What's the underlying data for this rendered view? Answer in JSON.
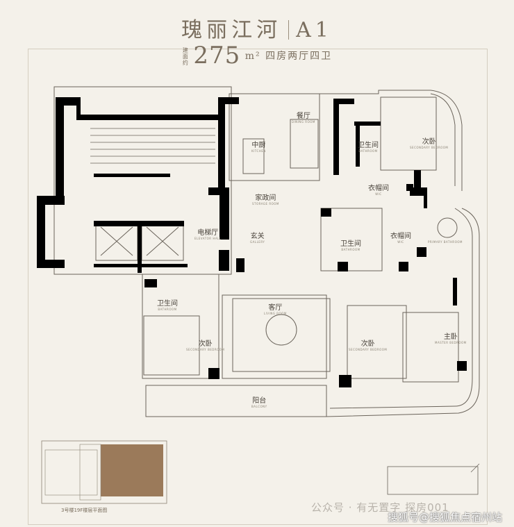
{
  "header": {
    "project": "瑰丽江河",
    "unit": "A1",
    "area_prefix": "建面约",
    "area_value": "275",
    "area_unit": "m²",
    "layout_desc": "四房两厅四卫"
  },
  "rooms": {
    "dining": {
      "cn": "餐厅",
      "en": "DINING ROOM"
    },
    "kitchen": {
      "cn": "中厨",
      "en": "KITCHEN"
    },
    "bath_top": {
      "cn": "卫生间",
      "en": "BATHROOM"
    },
    "bedroom_top": {
      "cn": "次卧",
      "en": "SECONDARY BEDROOM"
    },
    "storage": {
      "cn": "家政间",
      "en": "STORAGE ROOM"
    },
    "closet1": {
      "cn": "衣帽间",
      "en": "WIC"
    },
    "elevator_hall": {
      "cn": "电梯厅",
      "en": "ELEVATOR HALL"
    },
    "foyer": {
      "cn": "玄关",
      "en": "GALLERY"
    },
    "bath_mid": {
      "cn": "卫生间",
      "en": "BATHROOM"
    },
    "closet2": {
      "cn": "衣帽间",
      "en": "WIC"
    },
    "master_bath": {
      "cn": "",
      "en": "PRIMARY BATHROOM"
    },
    "bath_left": {
      "cn": "卫生间",
      "en": "BATHROOM"
    },
    "living": {
      "cn": "客厅",
      "en": "LIVING ROOM"
    },
    "bedroom_left": {
      "cn": "次卧",
      "en": "SECONDARY BEDROOM"
    },
    "bedroom_mid": {
      "cn": "次卧",
      "en": "SECONDARY BEDROOM"
    },
    "master": {
      "cn": "主卧",
      "en": "MASTER BEDROOM"
    },
    "balcony": {
      "cn": "阳台",
      "en": "BALCONY"
    }
  },
  "keyplan_caption": "3号楼19F楼层平面图",
  "watermark": "公众号 · 有无置字 探房001",
  "watermark2": "搜狐号@搜狐焦点宿州站",
  "colors": {
    "wall": "#000000",
    "line": "#6a635a",
    "bg": "#f4f1ea",
    "highlight": "#9b7a5a"
  }
}
